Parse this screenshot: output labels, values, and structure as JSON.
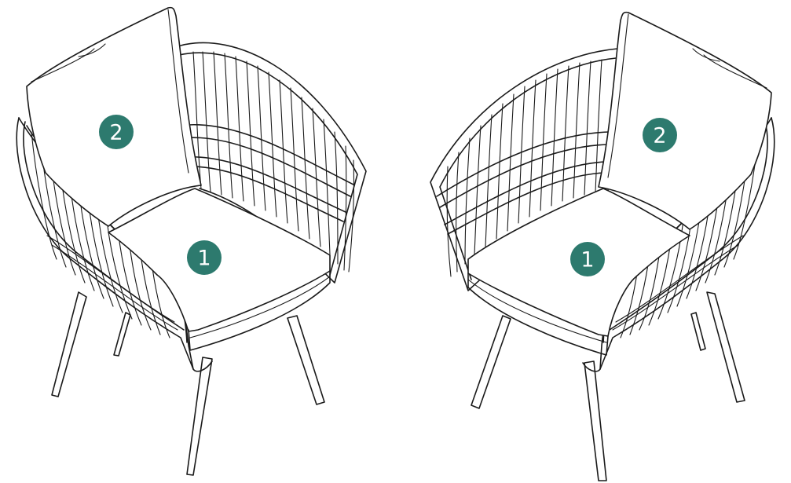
{
  "colors": {
    "badge": "#2d7a6e",
    "line": "#1a1a1a",
    "background": "#ffffff"
  },
  "chairs": [
    {
      "side": "left",
      "parts": [
        {
          "label": "1",
          "part": "seat-cushion"
        },
        {
          "label": "2",
          "part": "back-pillow"
        }
      ]
    },
    {
      "side": "right",
      "parts": [
        {
          "label": "1",
          "part": "seat-cushion"
        },
        {
          "label": "2",
          "part": "back-pillow"
        }
      ]
    }
  ]
}
